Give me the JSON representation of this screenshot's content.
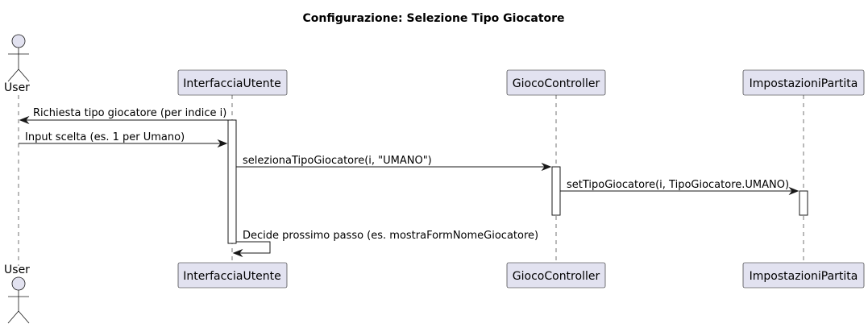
{
  "title": "Configurazione: Selezione Tipo Giocatore",
  "participants": {
    "user": "User",
    "ui": "InterfacciaUtente",
    "controller": "GiocoController",
    "settings": "ImpostazioniPartita"
  },
  "messages": {
    "m1": "Richiesta tipo giocatore (per indice i)",
    "m2": "Input scelta (es. 1 per Umano)",
    "m3": "selezionaTipoGiocatore(i, \"UMANO\")",
    "m4": "setTipoGiocatore(i, TipoGiocatore.UMANO)",
    "m5": "Decide prossimo passo (es. mostraFormNomeGiocatore)"
  }
}
